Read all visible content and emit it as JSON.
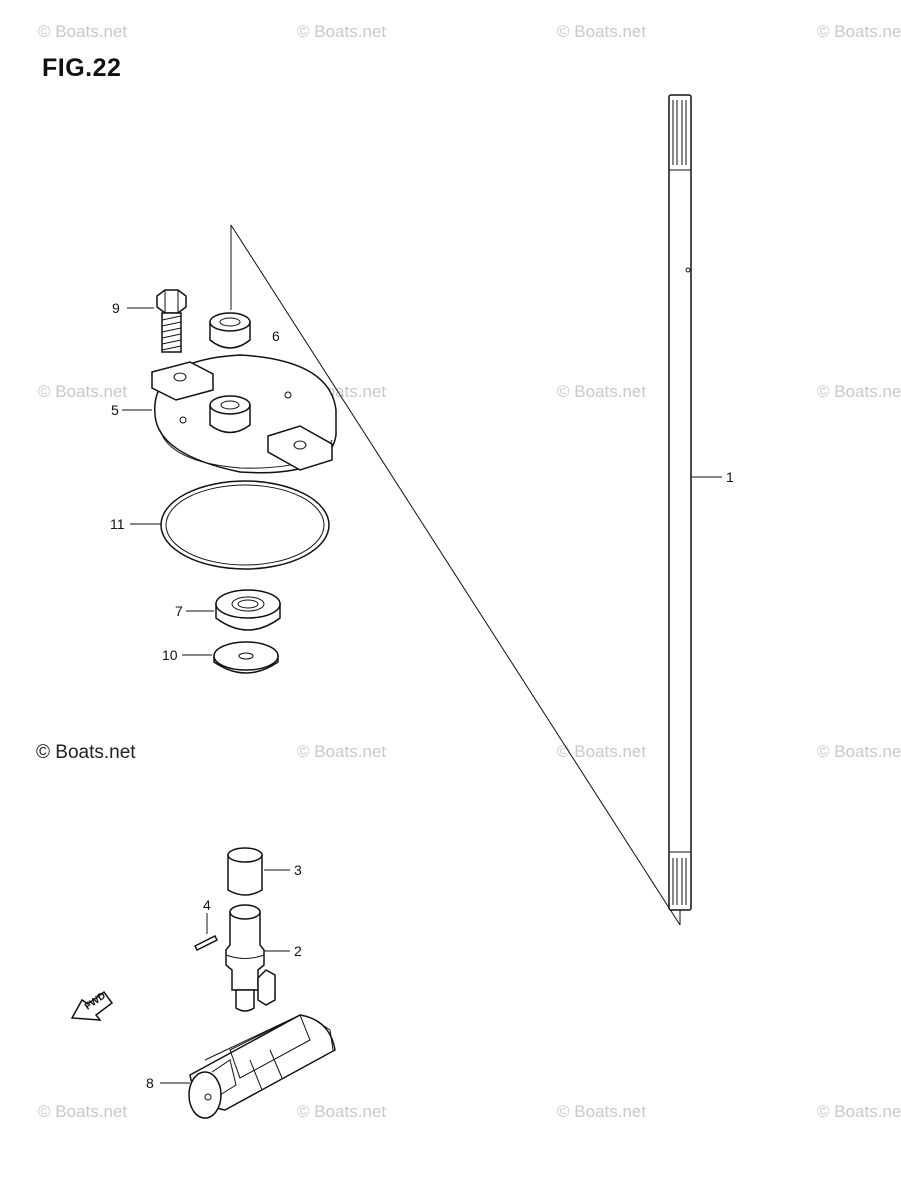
{
  "figure": {
    "title": "FIG.22"
  },
  "watermark": {
    "text": "© Boats.net",
    "copyright": "© Boats.net"
  },
  "parts": [
    {
      "ref": "1"
    },
    {
      "ref": "2"
    },
    {
      "ref": "3"
    },
    {
      "ref": "4"
    },
    {
      "ref": "5"
    },
    {
      "ref": "6"
    },
    {
      "ref": "7"
    },
    {
      "ref": "8"
    },
    {
      "ref": "9"
    },
    {
      "ref": "10"
    },
    {
      "ref": "11"
    }
  ],
  "direction_arrow": {
    "label": "FWD"
  }
}
